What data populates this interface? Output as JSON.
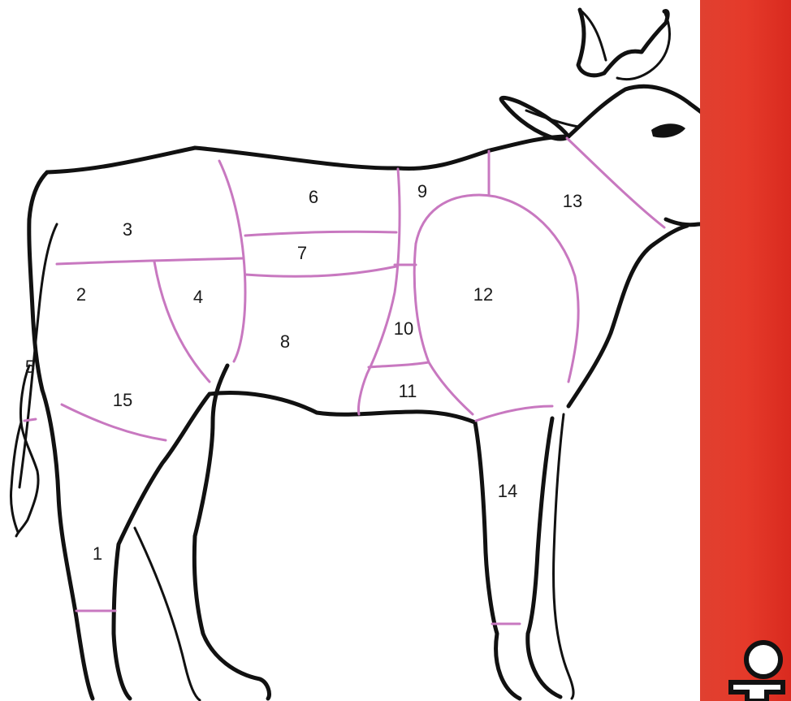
{
  "colors": {
    "sidebar": "#e53a2a",
    "cut_line": "#c878c0",
    "outline": "#111111"
  },
  "icons": [
    "info-icon"
  ],
  "cuts": [
    {
      "id": "cut-1",
      "label": "1"
    },
    {
      "id": "cut-2",
      "label": "2"
    },
    {
      "id": "cut-3",
      "label": "3"
    },
    {
      "id": "cut-4",
      "label": "4"
    },
    {
      "id": "cut-5",
      "label": "5"
    },
    {
      "id": "cut-6",
      "label": "6"
    },
    {
      "id": "cut-7",
      "label": "7"
    },
    {
      "id": "cut-8",
      "label": "8"
    },
    {
      "id": "cut-9",
      "label": "9"
    },
    {
      "id": "cut-10",
      "label": "10"
    },
    {
      "id": "cut-11",
      "label": "11"
    },
    {
      "id": "cut-12",
      "label": "12"
    },
    {
      "id": "cut-13",
      "label": "13"
    },
    {
      "id": "cut-14",
      "label": "14"
    },
    {
      "id": "cut-15",
      "label": "15"
    }
  ]
}
